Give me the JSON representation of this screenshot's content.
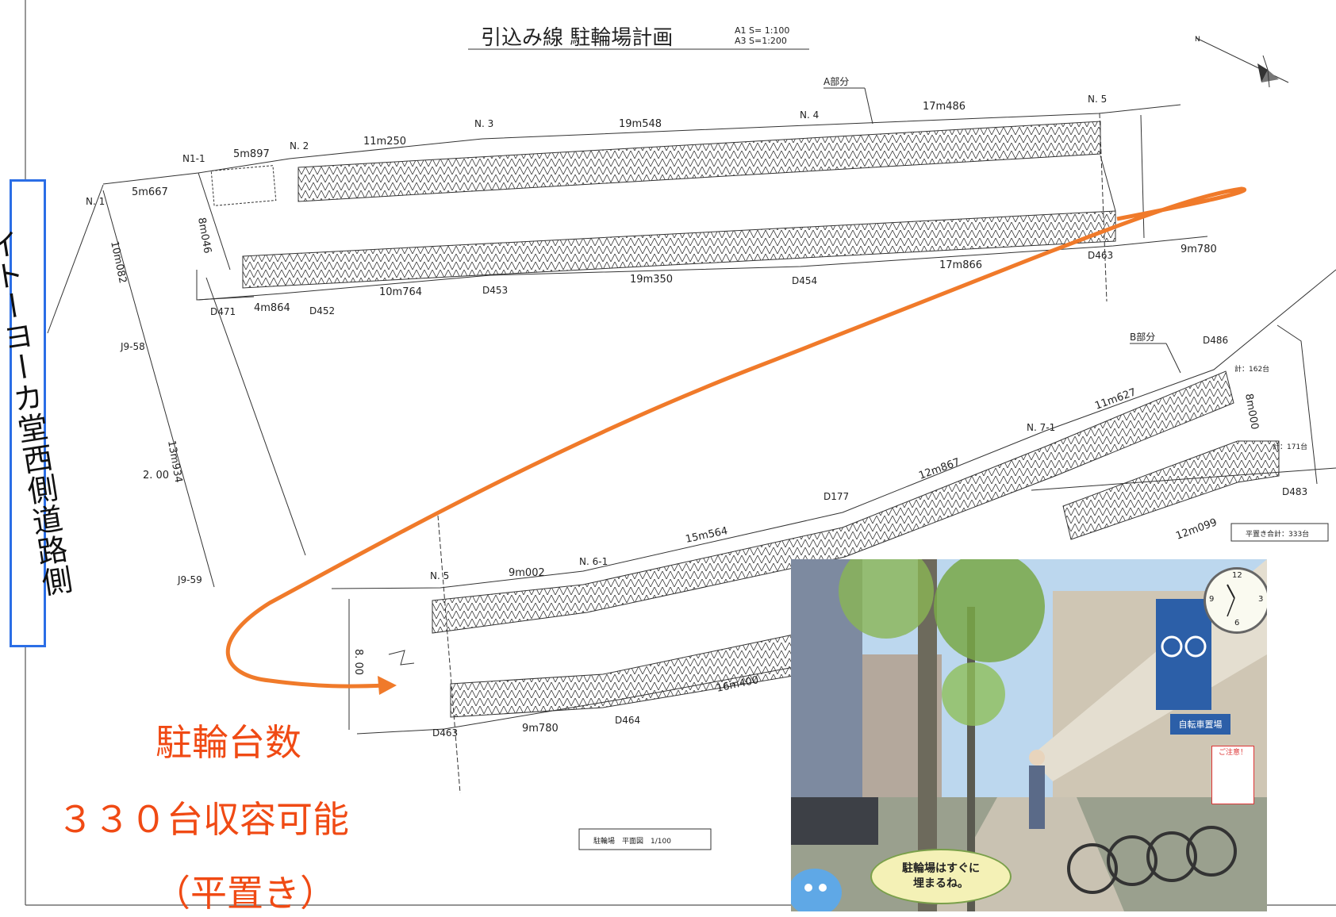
{
  "title": "引込み線 駐輪場計画",
  "scale": {
    "a1": "A1 S= 1:100",
    "a3": "A3 S=1:200"
  },
  "road_label": "イトーヨーカ堂西側道路側",
  "capacity": {
    "line1": "駐輪台数",
    "line2": "３３０台収容可能",
    "line3": "（平置き）"
  },
  "plan_caption": "駐輪場　平面図　1/100",
  "section_a_label": "A部分",
  "section_b_label": "B部分",
  "count_1": "計：162台",
  "count_2": "計：171台",
  "count_total": "平置き合計：333台",
  "points": {
    "n1": "N. 1",
    "n1_1": "N1-1",
    "n2": "N. 2",
    "n3": "N. 3",
    "n4": "N. 4",
    "n5": "N. 5",
    "n5b": "N. 5",
    "n6_1": "N. 6-1",
    "n7_1": "N. 7-1",
    "d471": "D471",
    "d452": "D452",
    "d453": "D453",
    "d454": "D454",
    "d463": "D463",
    "d463b": "D463",
    "d464": "D464",
    "d177": "D177",
    "d486": "D486",
    "d483": "D483",
    "j9_58": "J9-58",
    "j9_59": "J9-59"
  },
  "dims": {
    "d5m667": "5m667",
    "d5m897": "5m897",
    "d11m250": "11m250",
    "d19m548": "19m548",
    "d17m486": "17m486",
    "d8m046": "8m046",
    "d10m082": "10m082",
    "d4m864": "4m864",
    "d10m764": "10m764",
    "d19m350": "19m350",
    "d17m866": "17m866",
    "d9m780": "9m780",
    "d13m934": "13m934",
    "d2_00": "2. 00",
    "d9m002": "9m002",
    "d15m564": "15m564",
    "d12m867": "12m867",
    "d11m627": "11m627",
    "d8m000": "8m000",
    "d12m099": "12m099",
    "d16m400": "16m400",
    "d9m780b": "9m780",
    "d8_00": "8. 00"
  },
  "photo": {
    "bubble_line1": "駐輪場はすぐに",
    "bubble_line2": "埋まるね。",
    "sign": "自転車置場",
    "caution": "ご注意！",
    "clock_numbers": [
      "12",
      "3",
      "6",
      "9"
    ]
  },
  "colors": {
    "accent": "#f07a2a",
    "label_border": "#2b6ee6",
    "capacity_text": "#f04a14"
  }
}
